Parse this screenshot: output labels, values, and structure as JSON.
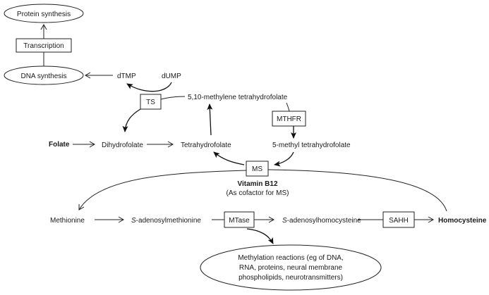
{
  "diagram": {
    "nodes": {
      "protein_synthesis": "Protein synthesis",
      "transcription": "Transcription",
      "dna_synthesis": "DNA synthesis",
      "dtmp": "dTMP",
      "dump": "dUMP",
      "ts": "TS",
      "methylene_thf": "5,10-methylene tetrahydrofolate",
      "mthfr": "MTHFR",
      "folate": "Folate",
      "dihydrofolate": "Dihydrofolate",
      "tetrahydrofolate": "Tetrahydrofolate",
      "methyl_thf": "5-methyl tetrahydrofolate",
      "ms": "MS",
      "vitamin_b12": "Vitamin B12",
      "vitamin_b12_note": "(As cofactor for MS)",
      "methionine": "Methionine",
      "sam_prefix": "S",
      "sam_rest": "-adenosylmethionine",
      "mtase": "MTase",
      "sah_prefix": "S",
      "sah_rest": "-adenosylhomocysteine",
      "sahh": "SAHH",
      "homocysteine": "Homocysteine",
      "methylation_line1": "Methylation reactions (eg of DNA,",
      "methylation_line2": "RNA, proteins, neural membrane",
      "methylation_line3": "phospholipids, neurotransmitters)"
    },
    "edges": [
      {
        "from": "Transcription",
        "to": "Protein synthesis"
      },
      {
        "from": "DNA synthesis",
        "to": "Transcription",
        "type": "line"
      },
      {
        "from": "dTMP",
        "to": "DNA synthesis"
      },
      {
        "from": "dUMP",
        "to": "dTMP",
        "via": "TS"
      },
      {
        "from": "5,10-methylene tetrahydrofolate",
        "to": "Dihydrofolate",
        "via": "TS"
      },
      {
        "from": "5,10-methylene tetrahydrofolate",
        "to": "5-methyl tetrahydrofolate",
        "via": "MTHFR"
      },
      {
        "from": "Folate",
        "to": "Dihydrofolate"
      },
      {
        "from": "Dihydrofolate",
        "to": "Tetrahydrofolate"
      },
      {
        "from": "Tetrahydrofolate",
        "to": "5,10-methylene tetrahydrofolate"
      },
      {
        "from": "5-methyl tetrahydrofolate",
        "to": "Tetrahydrofolate",
        "via": "MS"
      },
      {
        "from": "Homocysteine",
        "to": "Methionine",
        "via": "MS"
      },
      {
        "from": "Methionine",
        "to": "S-adenosylmethionine"
      },
      {
        "from": "S-adenosylmethionine",
        "to": "S-adenosylhomocysteine",
        "via": "MTase"
      },
      {
        "from": "MTase",
        "to": "Methylation reactions"
      },
      {
        "from": "S-adenosylhomocysteine",
        "to": "Homocysteine",
        "via": "SAHH"
      }
    ]
  }
}
